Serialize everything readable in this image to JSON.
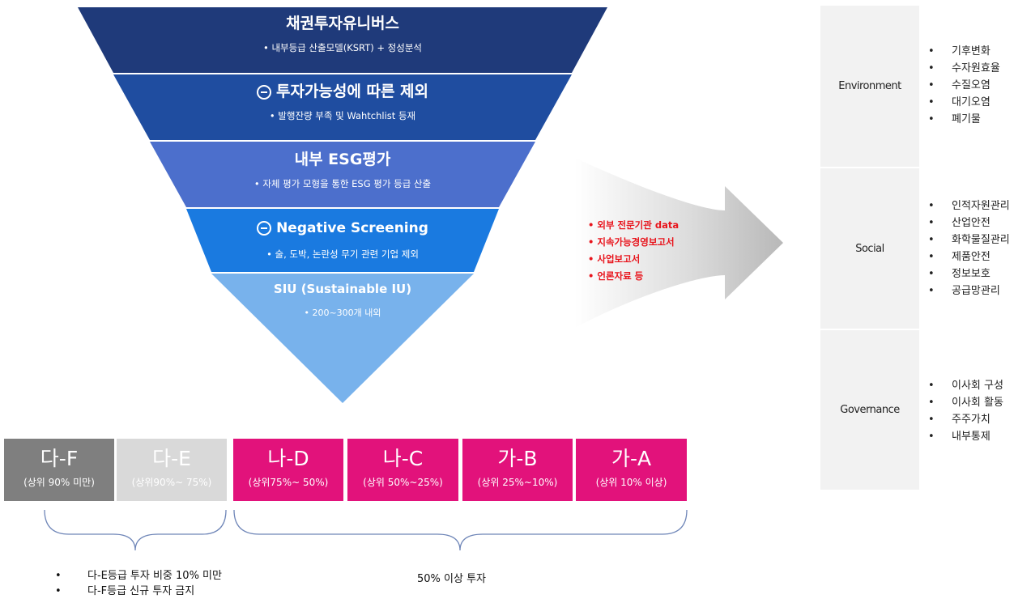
{
  "funnel": {
    "level1": {
      "title": "채권투자유니버스",
      "sub": "• 내부등급 산출모델(KSRT) + 정성분석"
    },
    "level2": {
      "title": "투자가능성에 따른 제외",
      "sub": "• 발행잔량 부족 및 Wahtchlist 등재"
    },
    "level3": {
      "title": "내부 ESG평가",
      "sub": "• 자체 평가 모형을 통한 ESG 평가 등급 산출"
    },
    "level4": {
      "title": "Negative Screening",
      "sub": "• 술, 도박, 논란성 무기 관련 기업 제외"
    },
    "level5": {
      "title": "SIU (Sustainable IU)",
      "sub": "• 200~300개 내외"
    },
    "colors": [
      "#1f3a7a",
      "#1f4da0",
      "#4c6fcc",
      "#1a7ae0",
      "#78b2ec"
    ]
  },
  "sources": [
    "외부 전문기관 data",
    "지속가능경영보고서",
    "사업보고서",
    "언론자료 등"
  ],
  "grades": [
    {
      "name": "다-F",
      "range": "(상위 90% 미만)",
      "color": "#7f7f7f"
    },
    {
      "name": "다-E",
      "range": "(상위90%~ 75%)",
      "color": "#d9d9d9"
    },
    {
      "name": "나-D",
      "range": "(상위75%~ 50%)",
      "color": "#e2127b"
    },
    {
      "name": "나-C",
      "range": "(상위 50%~25%)",
      "color": "#e2127b"
    },
    {
      "name": "가-B",
      "range": "(상위 25%~10%)",
      "color": "#e2127b"
    },
    {
      "name": "가-A",
      "range": "(상위 10% 이상)",
      "color": "#e2127b"
    }
  ],
  "notes": {
    "left": [
      "다-E등급 투자 비중 10% 미만",
      "다-F등급 신규 투자 금지"
    ],
    "right": "50% 이상 투자"
  },
  "esg": {
    "environment": {
      "label": "Environment",
      "items": [
        "기후변화",
        "수자원효율",
        "수질오염",
        "대기오염",
        "폐기물"
      ]
    },
    "social": {
      "label": "Social",
      "items": [
        "인적자원관리",
        "산업안전",
        "화학물질관리",
        "제품안전",
        "정보보호",
        "공급망관리"
      ]
    },
    "governance": {
      "label": "Governance",
      "items": [
        "이사회 구성",
        "이사회 활동",
        "주주가치",
        "내부통제"
      ]
    }
  }
}
